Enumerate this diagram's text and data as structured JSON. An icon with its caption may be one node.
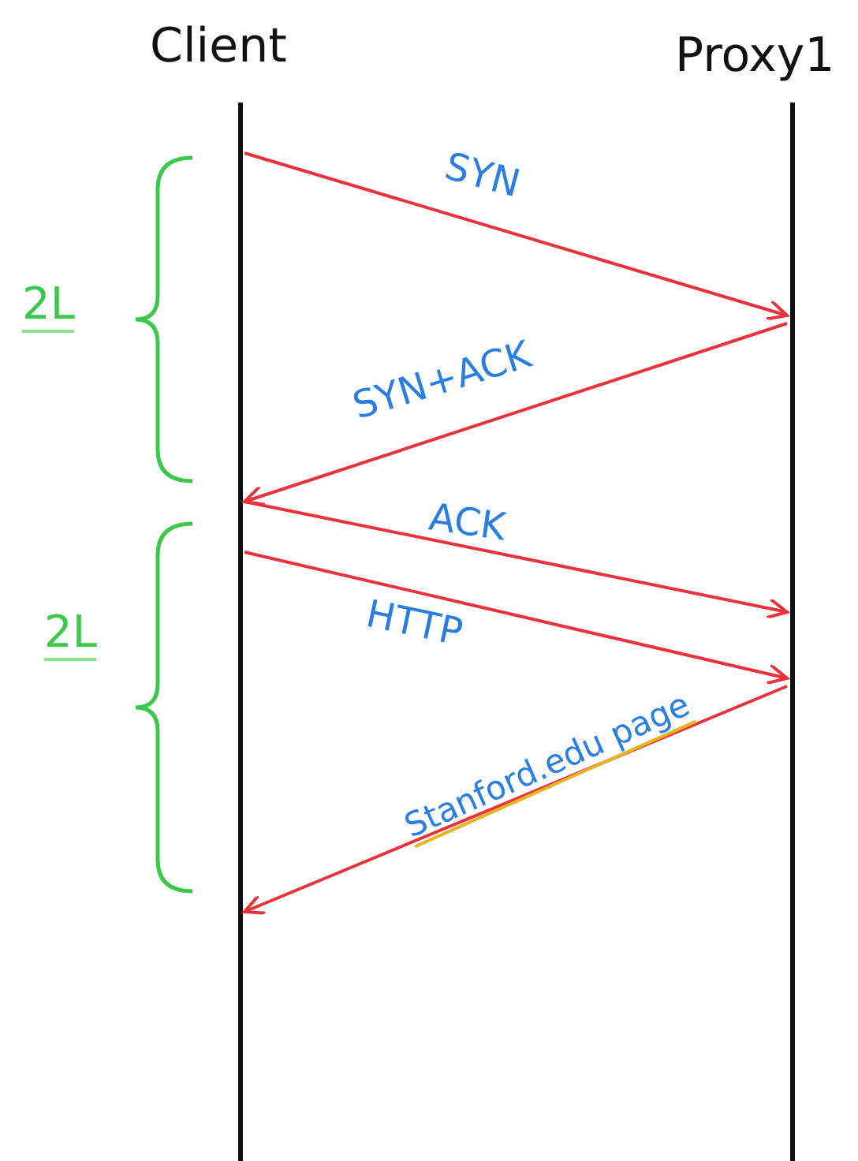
{
  "diagram": {
    "nodes": [
      {
        "text": [],
        "shape": "bar",
        "beside": [
          "Client"
        ]
      },
      {
        "text": [],
        "shape": "bar",
        "beside": [
          "Proxy1"
        ]
      }
    ],
    "edges": [
      {
        "from": 0,
        "to": 1,
        "arrow": "to",
        "label": "SYN"
      },
      {
        "from": 1,
        "to": 0,
        "arrow": "to",
        "label": "SYN+ACK"
      },
      {
        "from": 0,
        "to": 1,
        "arrow": "to",
        "label": "ACK"
      },
      {
        "from": 0,
        "to": 1,
        "arrow": "to",
        "label": "HTTP"
      },
      {
        "from": 1,
        "to": 0,
        "arrow": "to",
        "label": "Stanford.edu page"
      }
    ],
    "labels": [
      "2L",
      "2L"
    ]
  }
}
